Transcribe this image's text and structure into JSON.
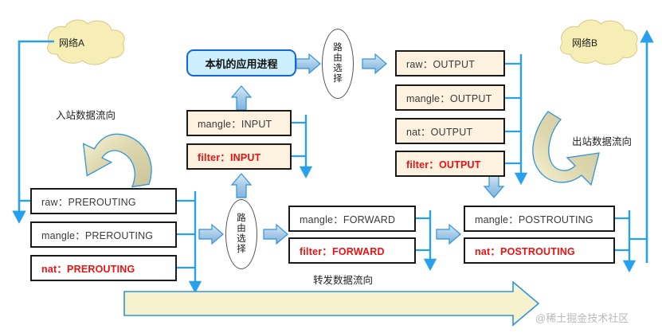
{
  "diagram": {
    "title": "netfilter-iptables-packet-flow",
    "colors": {
      "chain_fill": "#fdf2e0",
      "chain_border": "#1a1a1a",
      "highlight_text": "#ee1111",
      "app_fill": "#cdeefd",
      "app_border": "#1366d6",
      "connector_blue": "#28a0f0",
      "block_arrow_fill": "#bcd9ef",
      "big_arrow_fill": "#f5f2cd",
      "cloud_fill": "#f7eeb6"
    },
    "clouds": [
      {
        "name": "network-a",
        "label": "网络A"
      },
      {
        "name": "network-b",
        "label": "网络B"
      }
    ],
    "app_process": {
      "label": "本机的应用进程"
    },
    "routing_decisions": [
      {
        "name": "routing-decision-top",
        "chars": [
          "路",
          "由",
          "选",
          "择"
        ]
      },
      {
        "name": "routing-decision-bottom",
        "chars": [
          "路",
          "由",
          "选",
          "择"
        ]
      }
    ],
    "chains": {
      "prerouting": [
        {
          "name": "chain-raw-prerouting",
          "label": "raw：PREROUTING",
          "highlight": false
        },
        {
          "name": "chain-mangle-prerouting",
          "label": "mangle：PREROUTING",
          "highlight": false
        },
        {
          "name": "chain-nat-prerouting",
          "label": "nat：PREROUTING",
          "highlight": true
        }
      ],
      "input": [
        {
          "name": "chain-mangle-input",
          "label": "mangle：INPUT",
          "highlight": false
        },
        {
          "name": "chain-filter-input",
          "label": "filter：INPUT",
          "highlight": true
        }
      ],
      "output": [
        {
          "name": "chain-raw-output",
          "label": "raw：OUTPUT",
          "highlight": false
        },
        {
          "name": "chain-mangle-output",
          "label": "mangle：OUTPUT",
          "highlight": false
        },
        {
          "name": "chain-nat-output",
          "label": "nat：OUTPUT",
          "highlight": false
        },
        {
          "name": "chain-filter-output",
          "label": "filter：OUTPUT",
          "highlight": true
        }
      ],
      "forward": [
        {
          "name": "chain-mangle-forward",
          "label": "mangle：FORWARD",
          "highlight": false
        },
        {
          "name": "chain-filter-forward",
          "label": "filter：FORWARD",
          "highlight": true
        }
      ],
      "postrouting": [
        {
          "name": "chain-mangle-postrouting",
          "label": "mangle：POSTROUTING",
          "highlight": false
        },
        {
          "name": "chain-nat-postrouting",
          "label": "nat：POSTROUTING",
          "highlight": true
        }
      ]
    },
    "flow_labels": {
      "inbound": "入站数据流向",
      "outbound": "出站数据流向",
      "forwarded": "转发数据流向"
    },
    "watermark": "@稀土掘金技术社区"
  }
}
